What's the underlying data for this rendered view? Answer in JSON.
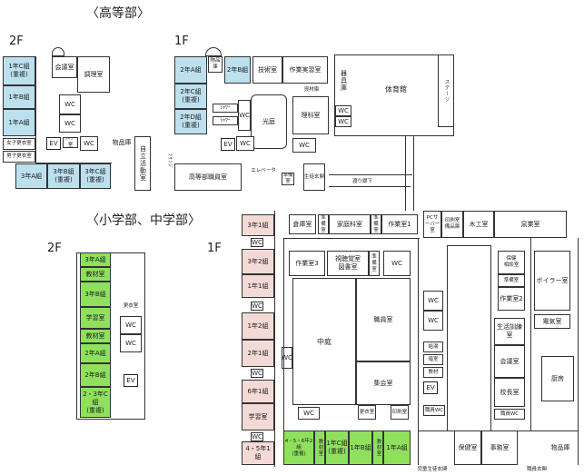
{
  "headers": {
    "high": "〈高等部〉",
    "elem": "〈小学部、中学部〉"
  },
  "floors": {
    "f2": "2F",
    "f1": "1F"
  },
  "high2f": {
    "c1": "1年C組\n(重複)",
    "meet": "会議室",
    "cook": "調理室",
    "b1": "1年B組",
    "a1": "1年A組",
    "wc1": "WC",
    "wc2": "WC",
    "wc3": "WC",
    "ev": "EV",
    "girls": "女子更衣室",
    "boys": "男子更衣室",
    "a3": "3年A組",
    "b3": "3年B組\n(重複)",
    "c3": "3年C組\n(重複)",
    "storage": "物品庫",
    "shower": "ｼｬﾜｰ室",
    "jiritsu": "自立活動室"
  },
  "high1f": {
    "goods": "物品庫",
    "a2": "2年A組",
    "b2": "2年B組",
    "tech": "技術室",
    "work": "作業実習室",
    "c2": "2年C組\n(重複)",
    "d2": "2年D組\n(重複)",
    "court": "光庭",
    "mat": "資材庫",
    "sci": "理科室",
    "wc1": "WC",
    "wc2": "WC",
    "wc3": "WC",
    "ev": "EV",
    "shower": "ｼｬﾜｰ",
    "staff": "高等部職員室",
    "elevator": "エレベータ",
    "prep": "準備室",
    "ent": "生徒玄関",
    "corridor": "渡り廊下",
    "gym_store": "器具庫",
    "gym": "体育館",
    "stage": "ステージ",
    "wc4": "WC",
    "wc5": "WC",
    "lounge": "ﾗｳﾝｼﾞ"
  },
  "elem2f": {
    "a3": "3年A組",
    "mat1": "教材室",
    "b3": "3年B組",
    "learn": "学習室",
    "mat2": "教材室",
    "a2": "2年A組",
    "b2": "2年B組",
    "c23": "2・3年C組\n(重複)",
    "change": "更衣室",
    "wc1": "WC",
    "wc2": "WC",
    "ev": "EV"
  },
  "elem1f": {
    "c1": "3年1組",
    "c2": "3年2組",
    "y1": "1年1組",
    "y2": "1年2組",
    "n1": "2年1組",
    "r6": "6年1組",
    "learn": "学習室",
    "r45": "4・5年1組",
    "warehouse": "倉庫室",
    "home": "家庭科室",
    "work1": "作業室1",
    "work3": "作業室3",
    "audio": "視聴覚室\n図書室",
    "court": "中庭",
    "staff": "職員室",
    "assembly": "集会室",
    "pc": "PCサーバー室",
    "print": "印刷室\n備品庫",
    "wood": "木工室",
    "kiln": "窯業室",
    "nurse": "保健\n相談室",
    "prep": "準備室",
    "work2": "作業室2",
    "boiler": "ボイラー室",
    "life": "生活訓練室",
    "elec": "電気室",
    "meet": "会議室",
    "principal": "校長室",
    "kitchen": "厨房",
    "health": "保健室",
    "office": "事務室",
    "goods": "物品庫",
    "r456": "4・5・6年2組\n(重複)",
    "matA": "教材室",
    "c1c": "1年C組\n(重複)",
    "matB": "教材室",
    "b1": "1年B組",
    "matC": "教材室",
    "a1": "1年A組",
    "wc": "WC",
    "ev": "EV",
    "hot": "給湯",
    "dark": "暗室",
    "staffwc": "職員WC",
    "mat": "教材",
    "change": "更衣室",
    "print2": "印刷室",
    "entrance1": "児童生徒玄関",
    "entrance2": "職員玄関"
  }
}
